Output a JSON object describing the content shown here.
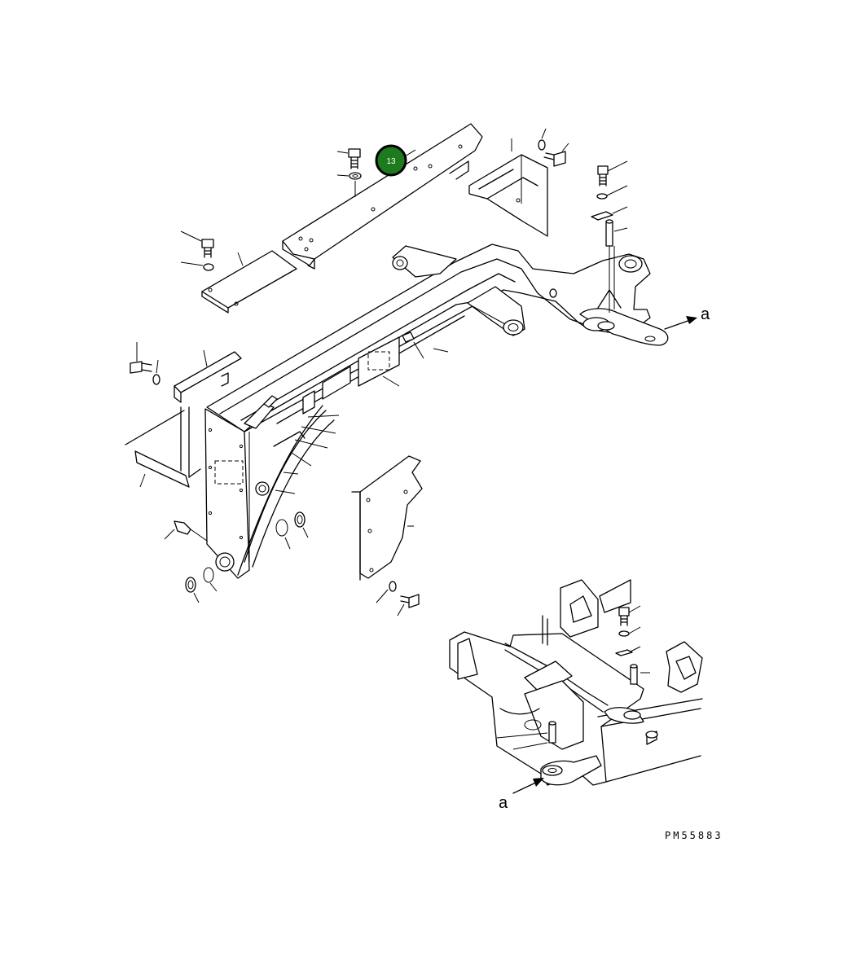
{
  "diagram": {
    "ref_label_top": "a",
    "ref_label_bottom": "a",
    "drawing_code": "PM55883",
    "callout": {
      "number": "13",
      "color": "#1e7a1e",
      "ring_color": "#000000"
    }
  }
}
